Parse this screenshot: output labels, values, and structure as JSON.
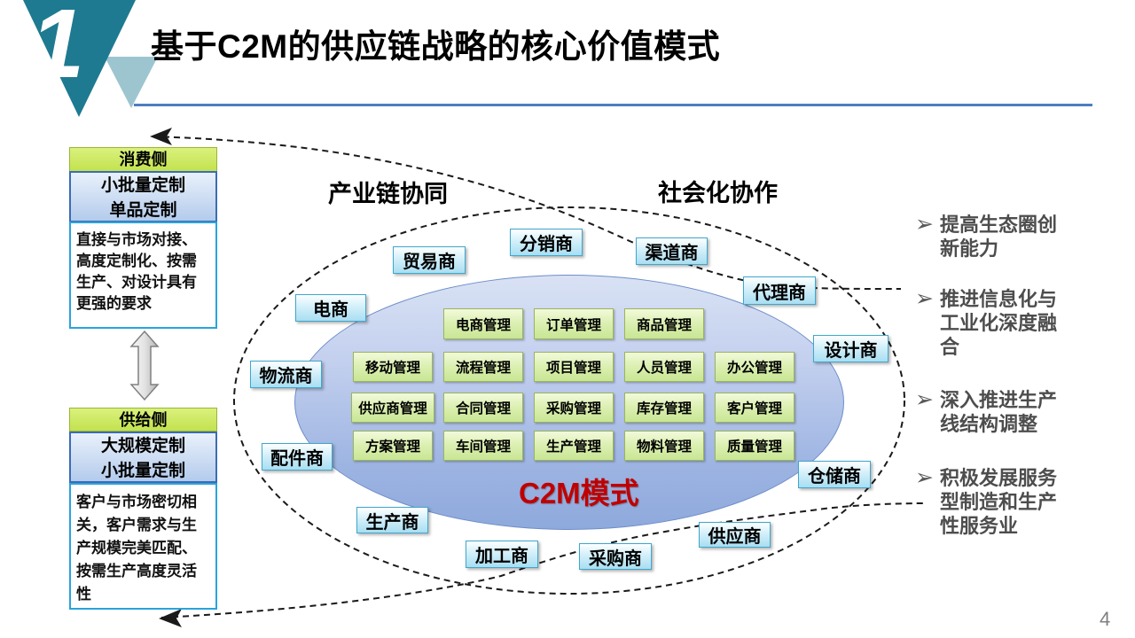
{
  "slide": {
    "number": "1",
    "title": "基于C2M的供应链战略的核心价值模式",
    "page_number": "4"
  },
  "left_panels": {
    "consumer": {
      "header": "消费侧",
      "mode": "小批量定制\n单品定制",
      "desc": "直接与市场对接、\n高度定制化、按需\n生产、对设计具有\n更强的要求"
    },
    "supplier": {
      "header": "供给侧",
      "mode": "大规模定制\n小批量定制",
      "desc": "客户与市场密切相\n关，客户需求与生\n产规模完美匹配、\n按需生产高度灵活\n性"
    }
  },
  "diagram": {
    "outer_label_left": "产业链协同",
    "outer_label_right": "社会化协作",
    "center_label": "C2M模式",
    "ring_labels": [
      "贸易商",
      "分销商",
      "渠道商",
      "代理商",
      "设计商",
      "电商",
      "物流商",
      "配件商",
      "生产商",
      "加工商",
      "采购商",
      "供应商",
      "仓储商"
    ],
    "grid_rows": [
      [
        "电商管理",
        "订单管理",
        "商品管理"
      ],
      [
        "移动管理",
        "流程管理",
        "项目管理",
        "人员管理",
        "办公管理"
      ],
      [
        "供应商管理",
        "合同管理",
        "采购管理",
        "库存管理",
        "客户管理"
      ],
      [
        "方案管理",
        "车间管理",
        "生产管理",
        "物料管理",
        "质量管理"
      ]
    ]
  },
  "bullets": [
    "提高生态圈创\n新能力",
    "推进信息化与\n工业化深度融\n合",
    "深入推进生产\n线结构调整",
    "积极发展服务\n型制造和生产\n性服务业"
  ],
  "colors": {
    "teal": "#1e7a90",
    "teal_light": "#9dc5cf",
    "accent_blue": "#4d7ebf",
    "red": "#c00000",
    "cyan_border": "#3fa7cc"
  }
}
